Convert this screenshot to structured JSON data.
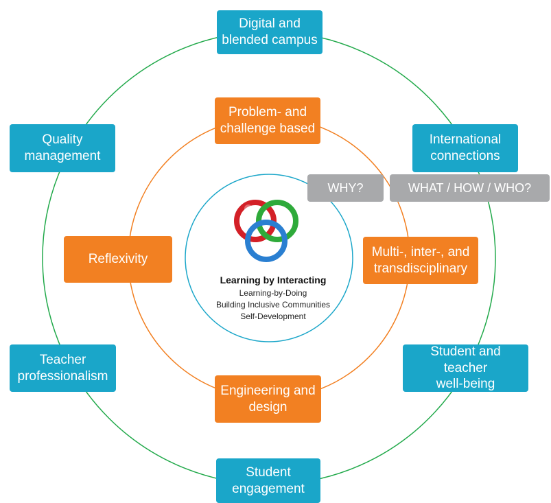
{
  "colors": {
    "outer_ring": "#21a94a",
    "middle_ring": "#f28022",
    "inner_ring": "#1aa6c9",
    "teal_box": "#1aa6c9",
    "orange_box": "#f28022",
    "grey_box": "#a8a9ab",
    "logo_red": "#d32027",
    "logo_green": "#2eaa3a",
    "logo_blue": "#2a7fd1"
  },
  "center": {
    "title": "Learning by Interacting",
    "lines": [
      "Learning-by-Doing",
      "Building Inclusive Communities",
      "Self-Development"
    ]
  },
  "labels": {
    "why": "WHY?",
    "what": "WHAT / HOW / WHO?"
  },
  "outer_boxes": {
    "digital": [
      "Digital and",
      "blended campus"
    ],
    "international": [
      "International",
      "connections"
    ],
    "wellbeing": [
      "Student and teacher",
      "well-being"
    ],
    "engagement": [
      "Student",
      "engagement"
    ],
    "teacher": [
      "Teacher",
      "professionalism"
    ],
    "quality": [
      "Quality",
      "management"
    ]
  },
  "middle_boxes": {
    "problem": [
      "Problem- and",
      "challenge based"
    ],
    "multi": [
      "Multi-, inter-, and",
      "transdisciplinary"
    ],
    "engineering": [
      "Engineering and",
      "design"
    ],
    "reflexivity": [
      "Reflexivity"
    ]
  }
}
